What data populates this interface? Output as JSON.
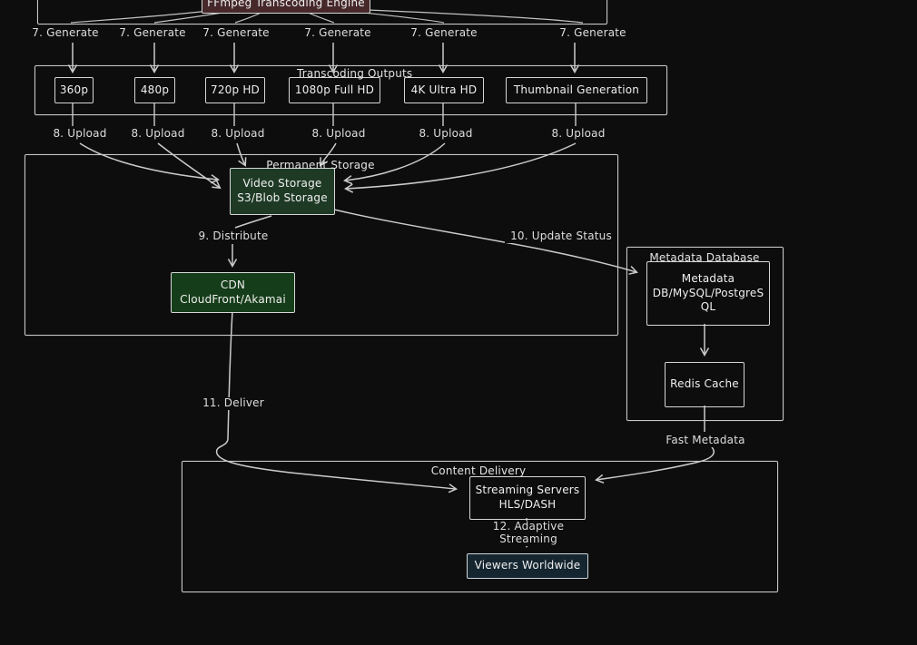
{
  "colors": {
    "background": "#0d0d0d",
    "stroke": "#cbcbcb",
    "ffmpeg_fill": "#46282a",
    "storage_fill": "#1e3a25",
    "cdn_fill": "#153d19",
    "viewers_fill": "#152630"
  },
  "engine": {
    "label": "FFmpeg Transcoding Engine"
  },
  "sections": {
    "transcoding_outputs": "Transcoding Outputs",
    "permanent_storage": "Permanent Storage",
    "metadata_database": "Metadata Database",
    "content_delivery": "Content Delivery"
  },
  "generate_labels": [
    "7. Generate",
    "7. Generate",
    "7. Generate",
    "7. Generate",
    "7. Generate",
    "7. Generate"
  ],
  "upload_labels": [
    "8. Upload",
    "8. Upload",
    "8. Upload",
    "8. Upload",
    "8. Upload",
    "8. Upload"
  ],
  "outputs": [
    "360p",
    "480p",
    "720p HD",
    "1080p Full HD",
    "4K Ultra HD",
    "Thumbnail Generation"
  ],
  "nodes": {
    "video_storage": {
      "line1": "Video Storage",
      "line2": "S3/Blob Storage"
    },
    "cdn": {
      "line1": "CDN",
      "line2": "CloudFront/Akamai"
    },
    "metadata_db": {
      "line1": "Metadata",
      "line2": "DB/MySQL/PostgreSQL"
    },
    "redis": {
      "label": "Redis Cache"
    },
    "streaming": {
      "line1": "Streaming Servers",
      "line2": "HLS/DASH"
    },
    "viewers": {
      "label": "Viewers Worldwide"
    }
  },
  "edge_labels": {
    "distribute": "9. Distribute",
    "update_status": "10. Update Status",
    "deliver": "11. Deliver",
    "adaptive_line1": "12. Adaptive",
    "adaptive_line2": "Streaming",
    "fast_metadata": "Fast Metadata"
  }
}
